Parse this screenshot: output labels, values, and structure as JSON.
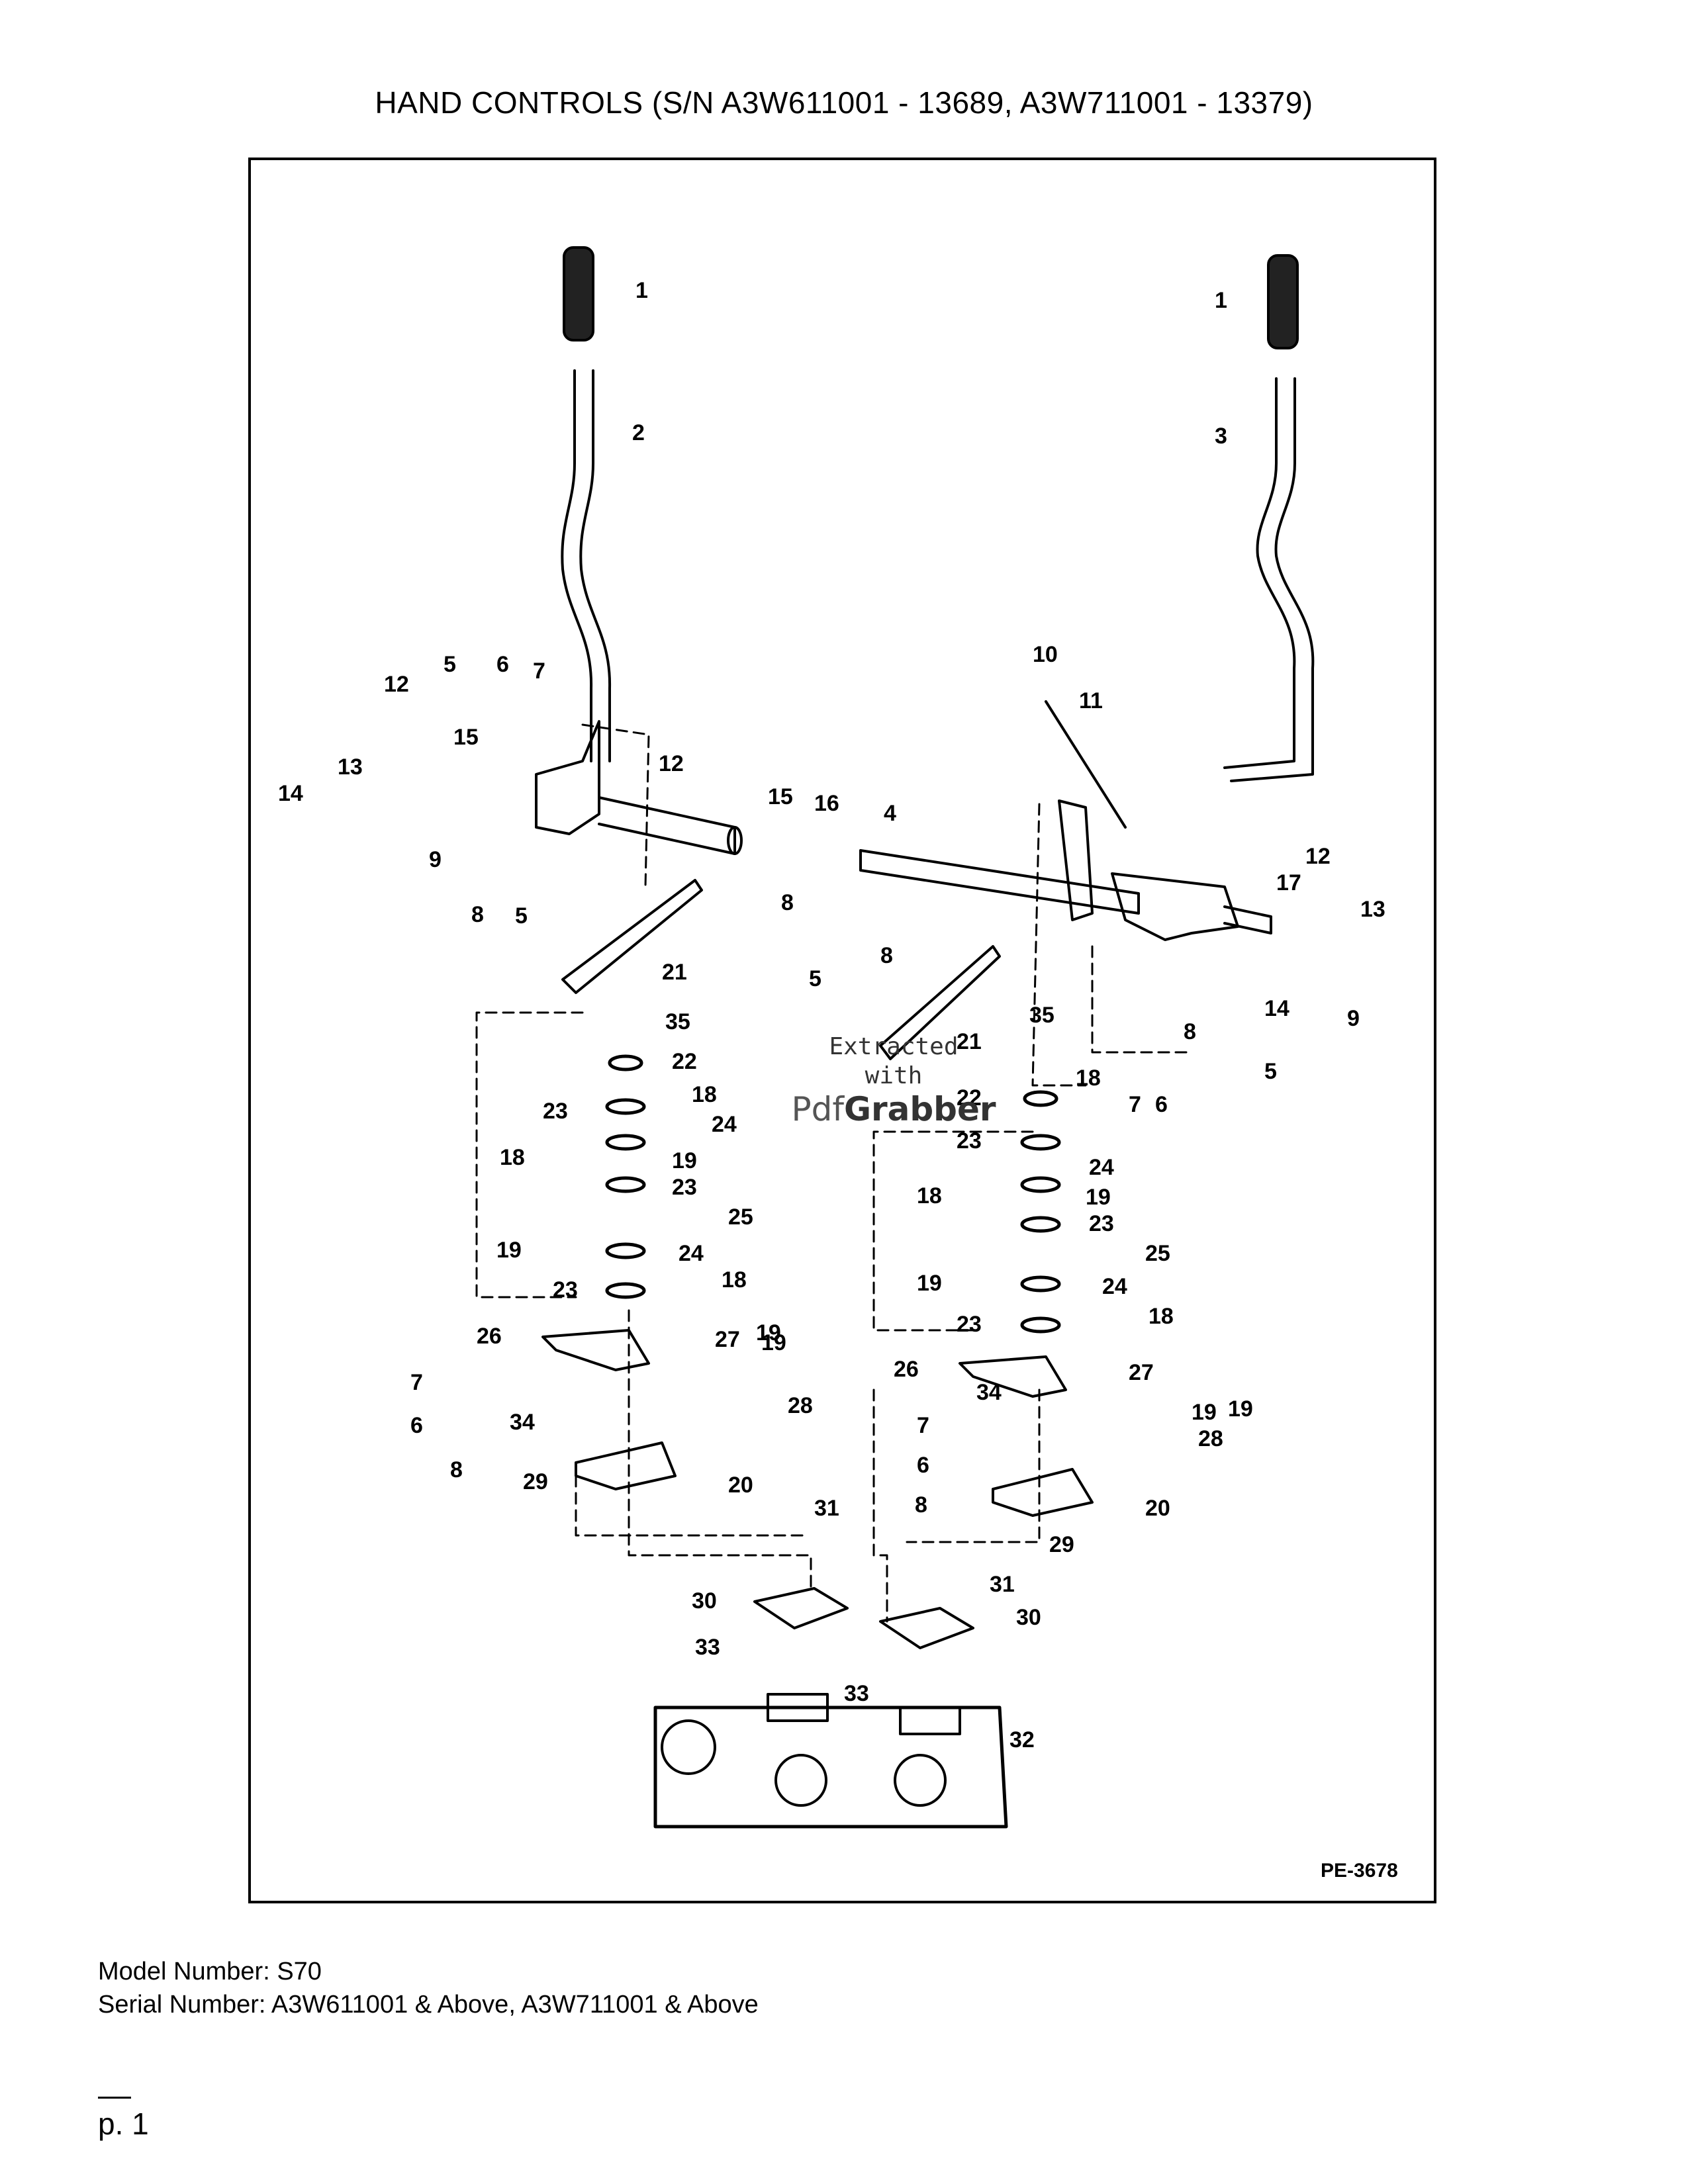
{
  "title": "HAND CONTROLS (S/N A3W611001 - 13689, A3W711001 - 13379)",
  "diagram": {
    "reference": "PE-3678",
    "callouts": [
      "1",
      "2",
      "3",
      "4",
      "5",
      "6",
      "7",
      "8",
      "9",
      "10",
      "11",
      "12",
      "13",
      "14",
      "15",
      "16",
      "17",
      "18",
      "19",
      "20",
      "21",
      "22",
      "23",
      "24",
      "25",
      "26",
      "27",
      "28",
      "29",
      "30",
      "31",
      "32",
      "33",
      "34",
      "35"
    ]
  },
  "watermark": {
    "line1": "Extracted",
    "line2": "with",
    "brand_light": "Pdf",
    "brand_bold": "Grabber"
  },
  "footer": {
    "model": "Model Number: S70",
    "serial": "Serial Number: A3W611001 & Above, A3W711001 & Above",
    "page": "p. 1"
  }
}
